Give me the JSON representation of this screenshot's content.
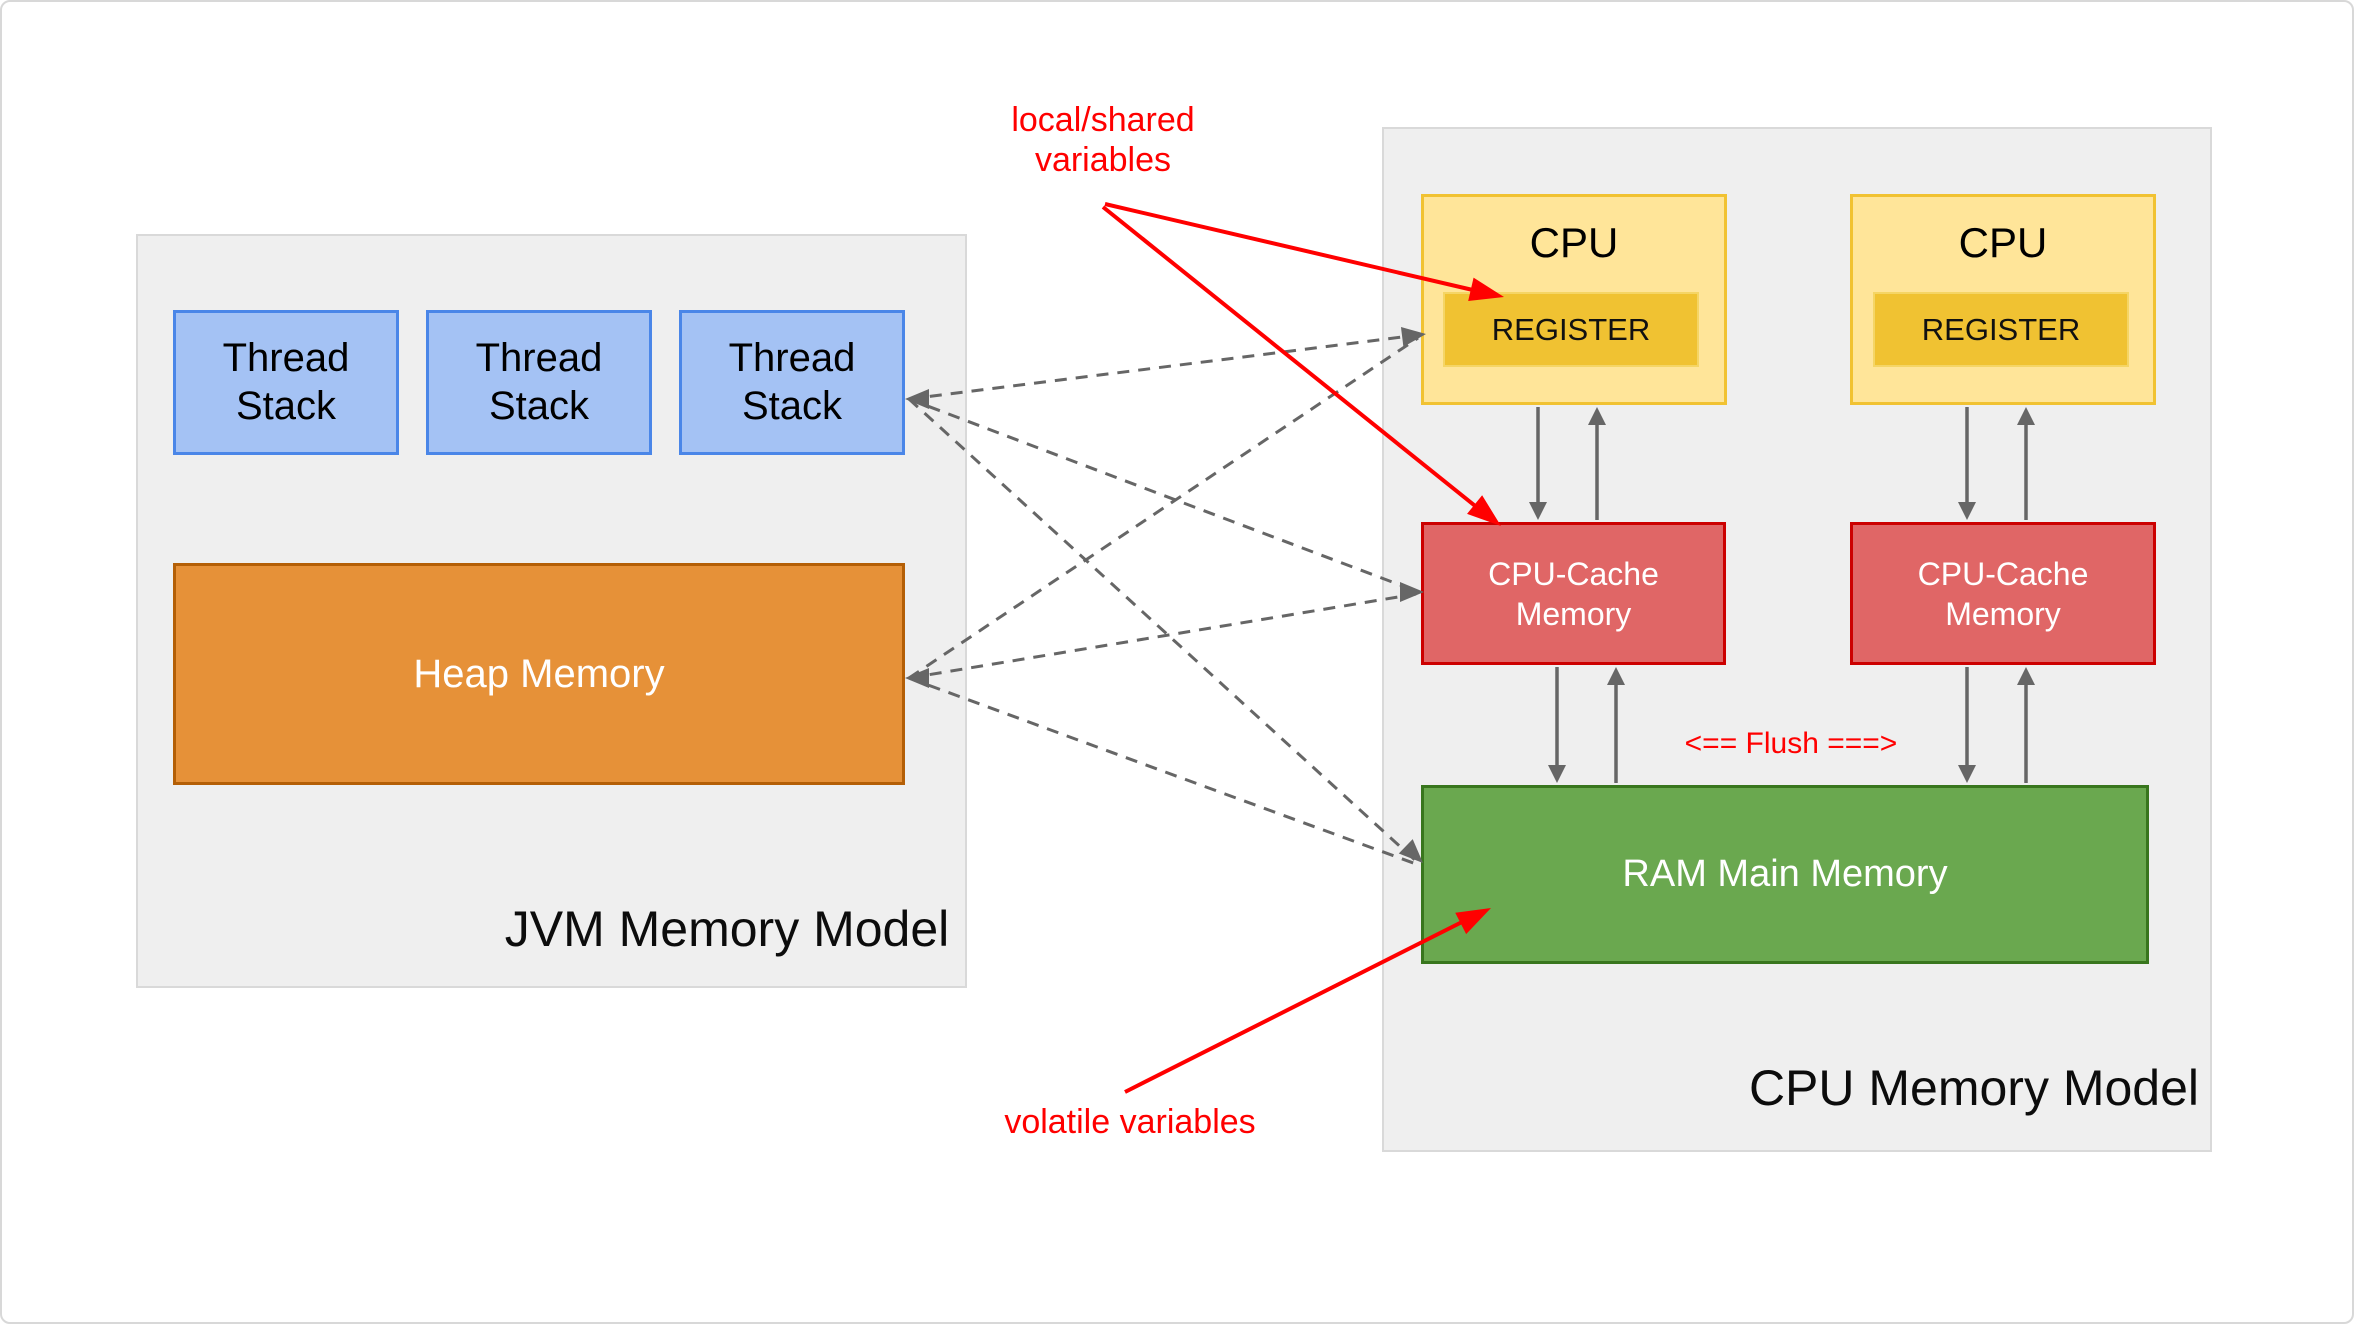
{
  "diagram": {
    "jvm_panel": {
      "title": "JVM Memory Model",
      "thread_stacks": [
        "Thread\nStack",
        "Thread\nStack",
        "Thread\nStack"
      ],
      "heap_label": "Heap Memory"
    },
    "cpu_panel": {
      "title": "CPU Memory Model",
      "cpus": [
        {
          "label": "CPU",
          "register": "REGISTER"
        },
        {
          "label": "CPU",
          "register": "REGISTER"
        }
      ],
      "caches": [
        "CPU-Cache\nMemory",
        "CPU-Cache\nMemory"
      ],
      "ram_label": "RAM Main Memory"
    },
    "annotations": {
      "local_shared": "local/shared\nvariables",
      "volatile": "volatile variables",
      "flush": "<== Flush ===>"
    },
    "colors": {
      "thread_stack_fill": "#a4c2f4",
      "thread_stack_border": "#4a86e8",
      "heap_fill": "#e69138",
      "heap_border": "#b45f06",
      "cpu_fill": "#ffe599",
      "cpu_border": "#f1c232",
      "register_fill": "#f0c232",
      "cache_fill": "#e06666",
      "cache_border": "#cc0000",
      "ram_fill": "#6aa84f",
      "ram_border": "#38761d",
      "panel_fill": "#efefef",
      "panel_border": "#d9d9d9",
      "annotation_red": "#ff0000",
      "arrow_gray": "#666666"
    }
  }
}
